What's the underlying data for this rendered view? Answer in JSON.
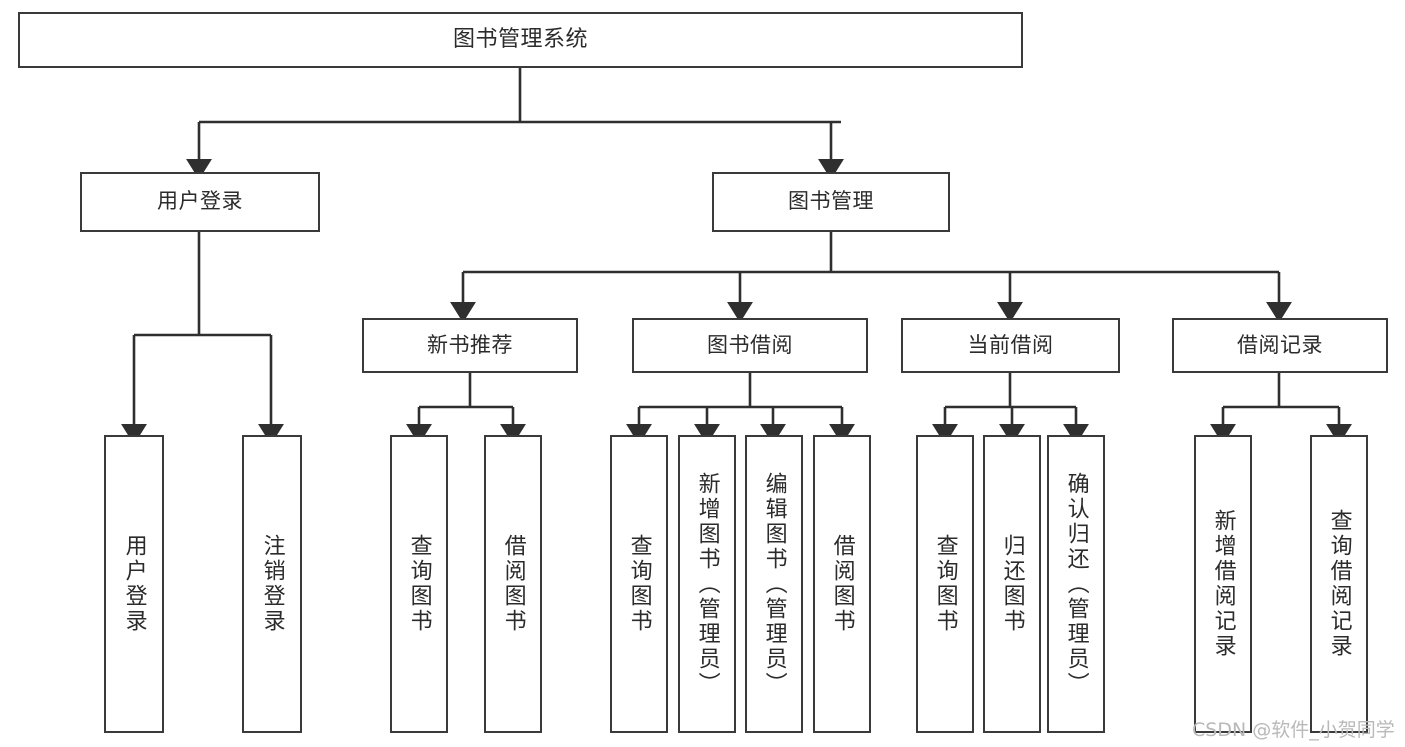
{
  "diagram": {
    "title": "图书管理系统",
    "type": "tree-hierarchy-diagram",
    "colors": {
      "box_border": "#3a3a3a",
      "box_fill": "#ffffff",
      "edge": "#2f2f2f",
      "text": "#2b2b2b",
      "watermark": "#b9b9b9",
      "background": "#ffffff"
    }
  },
  "root": {
    "label": "图书管理系统"
  },
  "level2": [
    {
      "label": "用户登录"
    },
    {
      "label": "图书管理"
    }
  ],
  "level3": [
    {
      "label": "新书推荐"
    },
    {
      "label": "图书借阅"
    },
    {
      "label": "当前借阅"
    },
    {
      "label": "借阅记录"
    }
  ],
  "leaves": {
    "user_login": [
      {
        "label": "用户登录"
      },
      {
        "label": "注销登录"
      }
    ],
    "new_book_recommend": [
      {
        "label": "查询图书"
      },
      {
        "label": "借阅图书"
      }
    ],
    "book_borrow": [
      {
        "label": "查询图书"
      },
      {
        "label": "新增图书（管理员）"
      },
      {
        "label": "编辑图书（管理员）"
      },
      {
        "label": "借阅图书"
      }
    ],
    "current_borrow": [
      {
        "label": "查询图书"
      },
      {
        "label": "归还图书"
      },
      {
        "label": "确认归还（管理员）"
      }
    ],
    "borrow_record": [
      {
        "label": "新增借阅记录"
      },
      {
        "label": "查询借阅记录"
      }
    ]
  },
  "watermark": {
    "text": "CSDN @软件_小贺同学"
  }
}
